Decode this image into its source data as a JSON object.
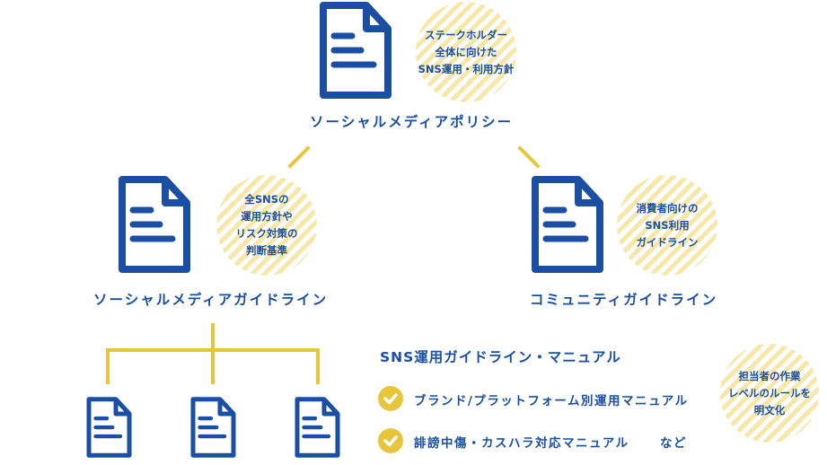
{
  "colors": {
    "blue": "#1a4fa3",
    "yellow": "#e8c63c"
  },
  "policy": {
    "title": "ソーシャルメディアポリシー",
    "note": [
      "ステークホルダー",
      "全体に向けた",
      "SNS運用・利用方針"
    ]
  },
  "guideline": {
    "title": "ソーシャルメディアガイドライン",
    "note": [
      "全SNSの",
      "運用方針や",
      "リスク対策の",
      "判断基準"
    ]
  },
  "community": {
    "title": "コミュニティガイドライン",
    "note": [
      "消費者向けの",
      "SNS利用",
      "ガイドライン"
    ]
  },
  "manual": {
    "title": "SNS運用ガイドライン・マニュアル",
    "items": [
      "ブランド/プラットフォーム別運用マニュアル",
      "誹謗中傷・カスハラ対応マニュアル"
    ],
    "suffix": "など",
    "note": [
      "担当者の作業",
      "レベルのルールを",
      "明文化"
    ]
  }
}
